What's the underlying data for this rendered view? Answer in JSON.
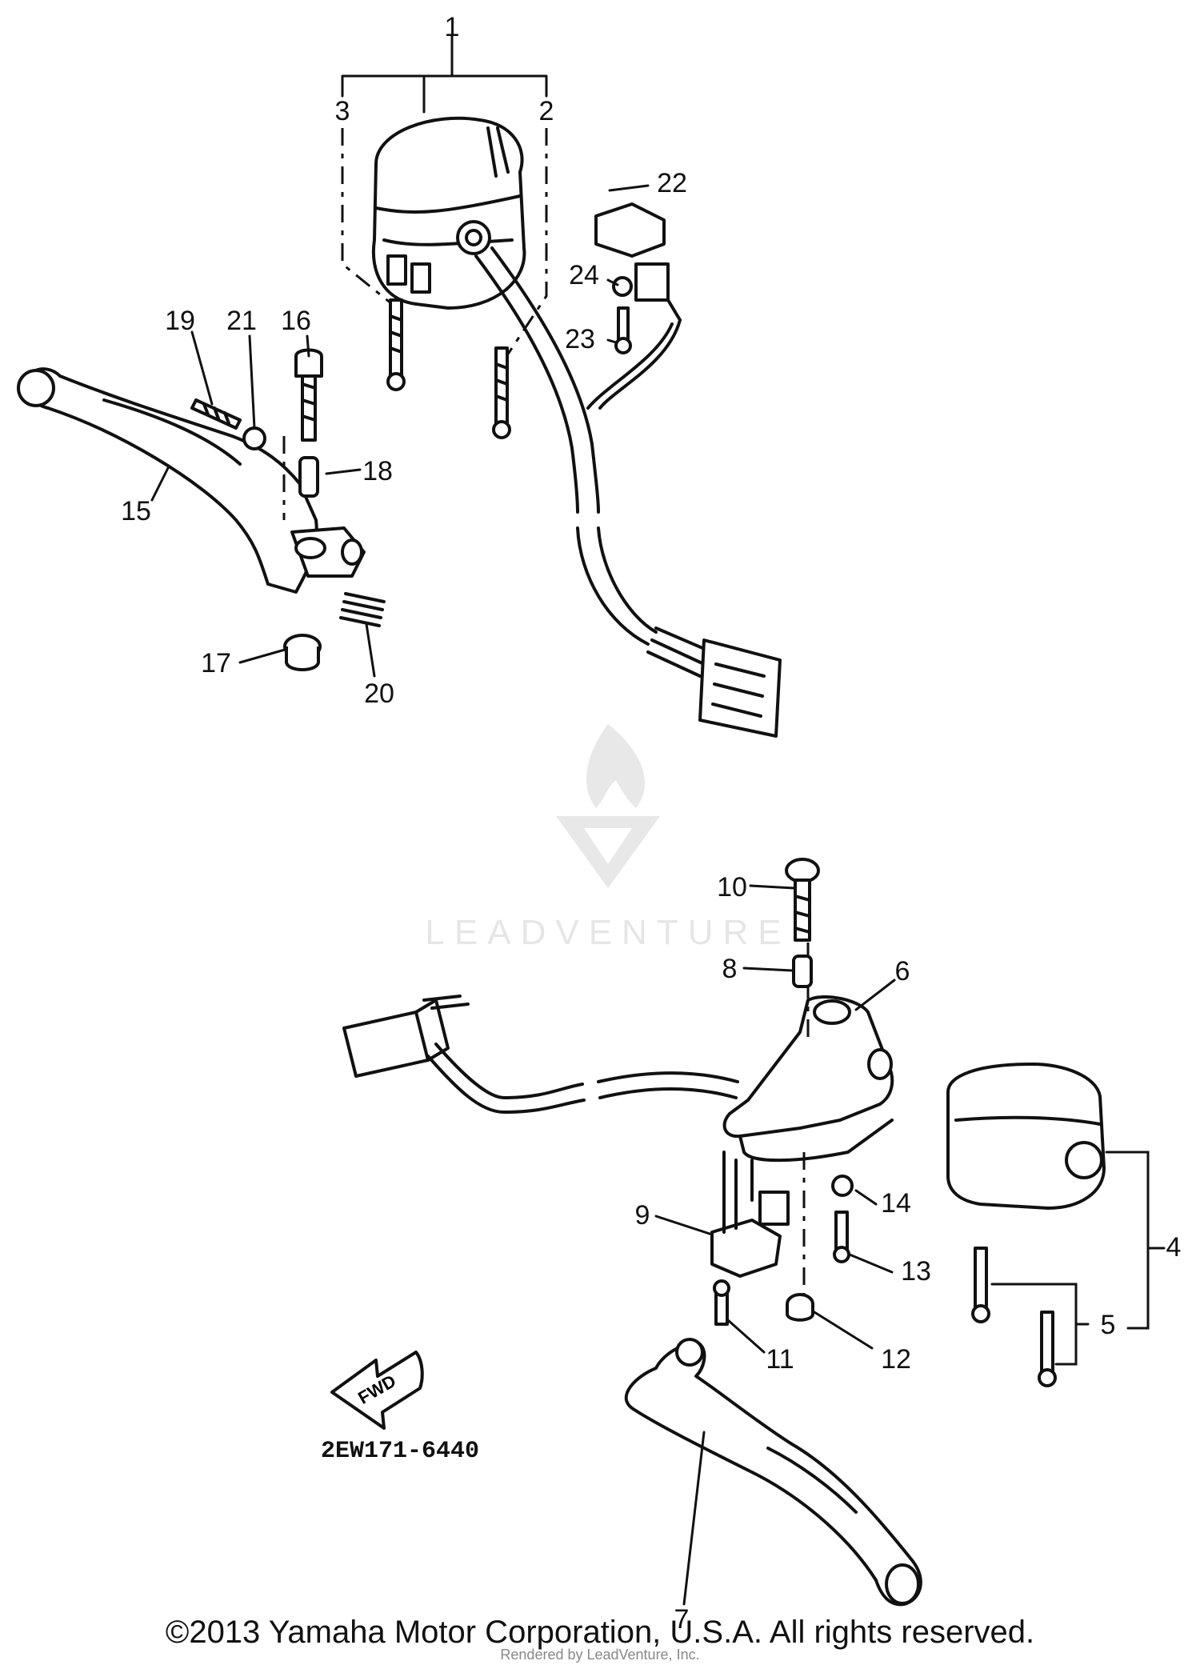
{
  "callouts": {
    "c1": "1",
    "c2": "2",
    "c3": "3",
    "c4": "4",
    "c5": "5",
    "c6": "6",
    "c7": "7",
    "c8": "8",
    "c9": "9",
    "c10": "10",
    "c11": "11",
    "c12": "12",
    "c13": "13",
    "c14": "14",
    "c15": "15",
    "c16": "16",
    "c17": "17",
    "c18": "18",
    "c19": "19",
    "c20": "20",
    "c21": "21",
    "c22": "22",
    "c23": "23",
    "c24": "24"
  },
  "direction_arrow": "FWD",
  "figure_code": "2EW171-6440",
  "watermark": {
    "brand": "LEADVENTURE",
    "icon": "leadventure-flame-logo"
  },
  "footer": {
    "copyright": "©2013 Yamaha Motor Corporation, U.S.A. All rights reserved.",
    "credit": "Rendered by LeadVenture, Inc."
  }
}
